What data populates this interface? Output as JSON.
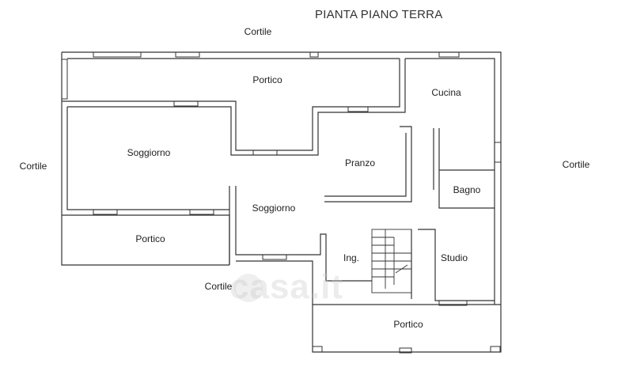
{
  "title": "PIANTA PIANO TERRA",
  "watermark": "casa.it",
  "labels": {
    "cortile_top": "Cortile",
    "cortile_left": "Cortile",
    "cortile_right": "Cortile",
    "cortile_bottom": "Cortile",
    "portico_top": "Portico",
    "portico_left": "Portico",
    "portico_bottom": "Portico",
    "soggiorno_left": "Soggiorno",
    "soggiorno_center": "Soggiorno",
    "pranzo": "Pranzo",
    "cucina": "Cucina",
    "bagno": "Bagno",
    "studio": "Studio",
    "ingresso": "Ing."
  }
}
